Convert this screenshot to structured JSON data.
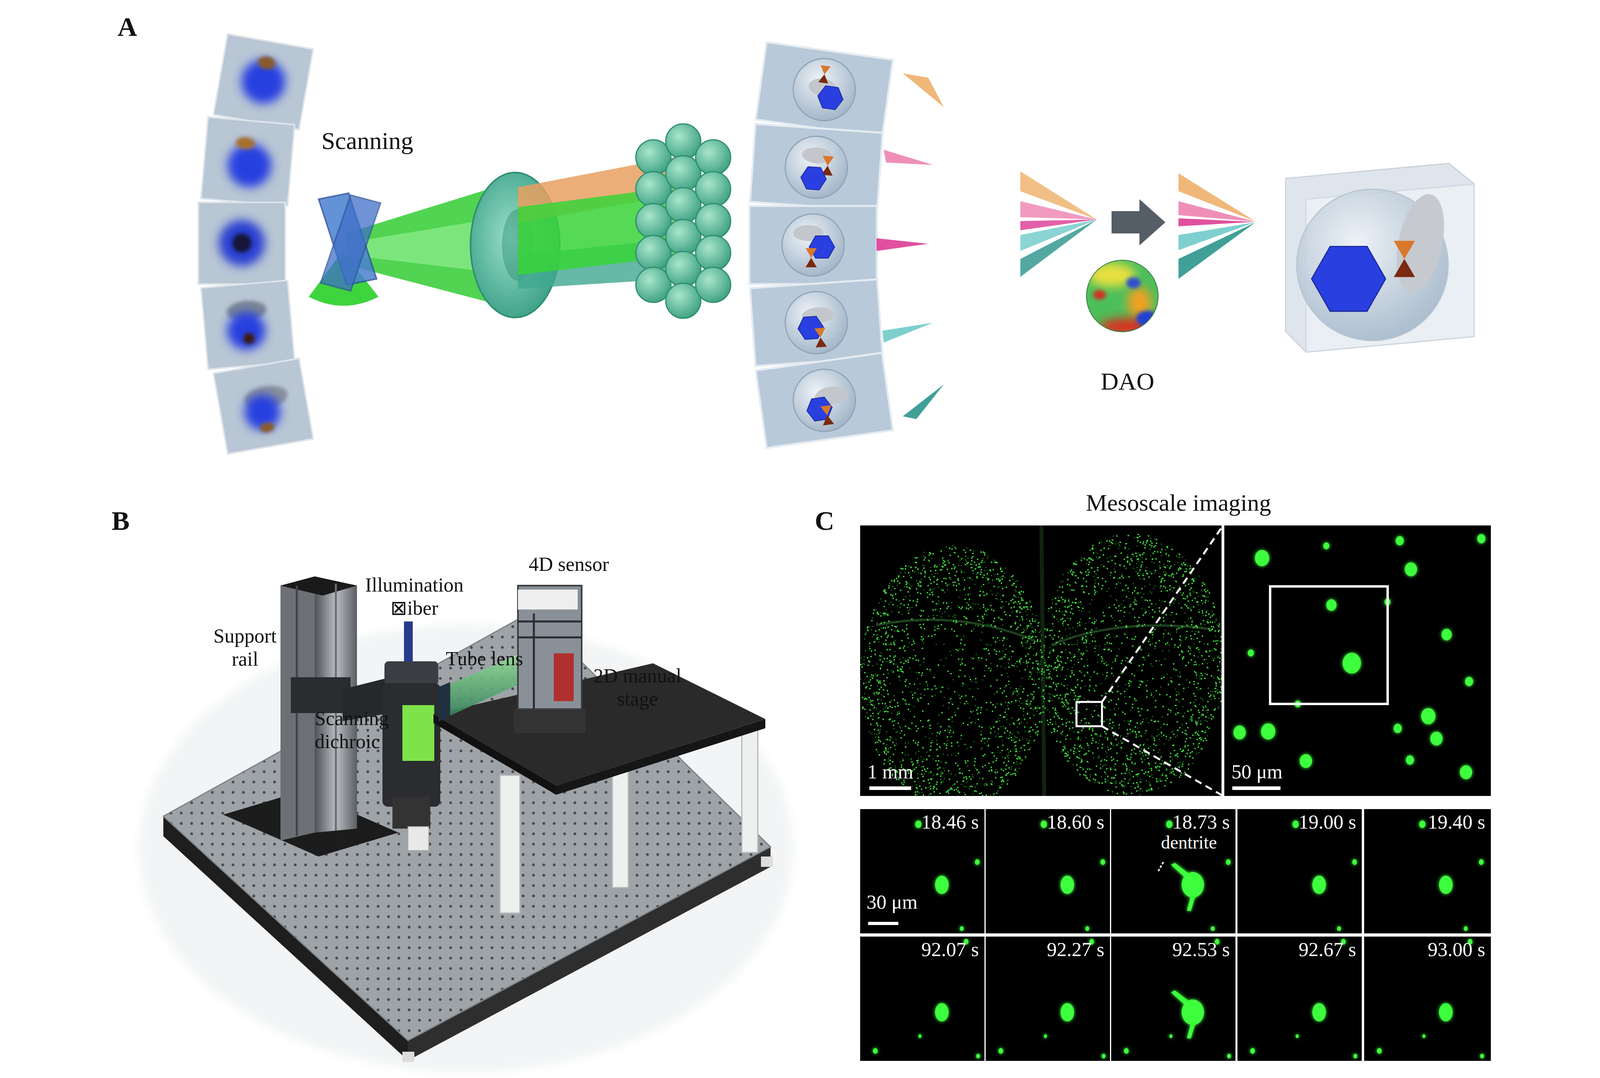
{
  "diagram": {
    "nodes": [
      {
        "text": [
          "1 mm"
        ]
      },
      {
        "text": [
          "50 μm"
        ]
      },
      {
        "text": [
          "18.46 s",
          "30 μm"
        ]
      },
      {
        "text": [
          "18.60 s"
        ]
      },
      {
        "text": [
          "18.73 s",
          "dentrite"
        ]
      },
      {
        "text": [
          "19.00 s"
        ]
      },
      {
        "text": [
          "19.40 s"
        ]
      },
      {
        "text": [
          "92.07 s"
        ]
      },
      {
        "text": [
          "92.27 s"
        ]
      },
      {
        "text": [
          "92.53 s"
        ]
      },
      {
        "text": [
          "92.67 s"
        ]
      },
      {
        "text": [
          "93.00 s"
        ]
      }
    ],
    "labels": [
      "A",
      "Scanning",
      "DAO",
      "B",
      "Support rail",
      "Illumination ⊠iber",
      "Tube lens",
      "4D sensor",
      "2D manual stage",
      "Scanning dichroic",
      "C",
      "Mesoscale imaging"
    ]
  }
}
